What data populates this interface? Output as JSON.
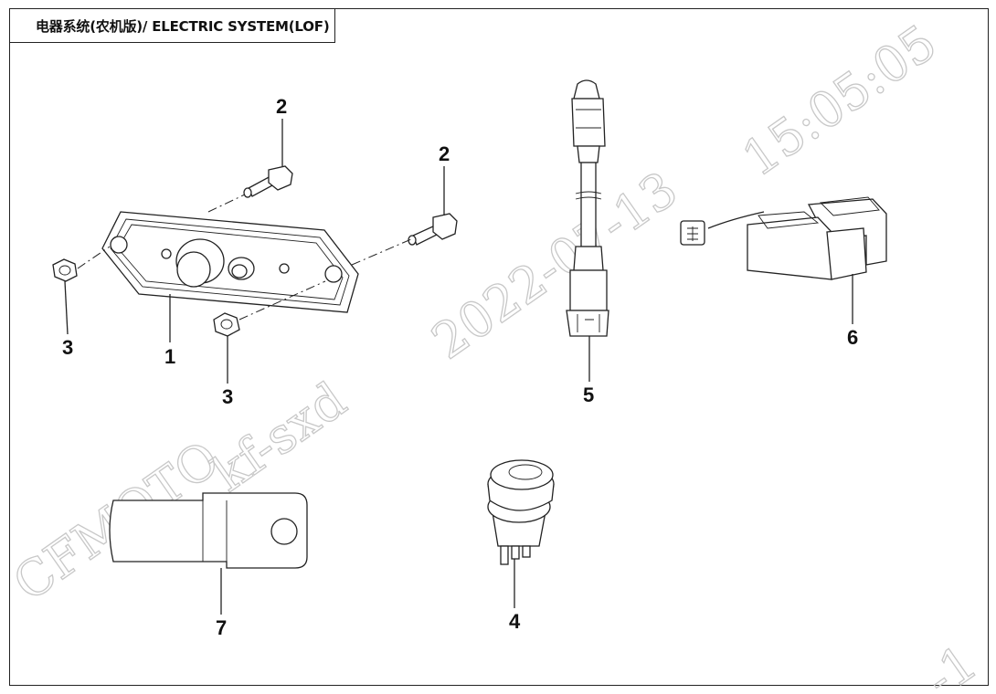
{
  "title": "电器系统(农机版)/ ELECTRIC SYSTEM(LOF)",
  "callouts": {
    "c1": "1",
    "c2a": "2",
    "c2b": "2",
    "c3a": "3",
    "c3b": "3",
    "c4": "4",
    "c5": "5",
    "c6": "6",
    "c7": "7"
  },
  "watermark": {
    "brand": "CFMOTO",
    "user": "kf-sxd",
    "date": "2022-07-13",
    "time": "15:05:05",
    "fragment": "-1"
  }
}
